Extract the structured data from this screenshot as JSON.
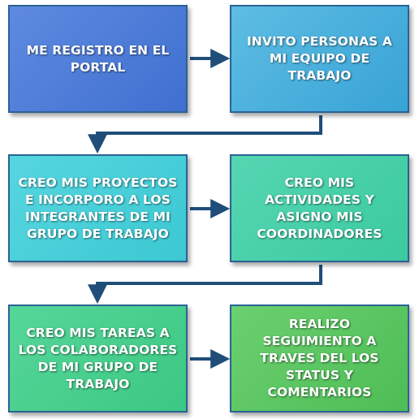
{
  "steps": [
    {
      "label": "ME REGISTRO EN EL PORTAL",
      "color": "#4a7ad6"
    },
    {
      "label": "INVITO PERSONAS A MI EQUIPO DE TRABAJO",
      "color": "#45aedb"
    },
    {
      "label": "CREO MIS PROYECTOS E INCORPORO A LOS INTEGRANTES DE MI GRUPO DE TRABAJO",
      "color": "#45cdd8"
    },
    {
      "label": "CREO MIS ACTIVIDADES Y ASIGNO MIS COORDINADORES",
      "color": "#45cfa8"
    },
    {
      "label": "CREO MIS TAREAS A LOS COLABORADORES DE MI GRUPO DE TRABAJO",
      "color": "#45cc8c"
    },
    {
      "label": "REALIZO SEGUIMIENTO A TRAVES DEL LOS STATUS Y COMENTARIOS",
      "color": "#58c45e"
    }
  ],
  "connector_color": "#1f4e79"
}
